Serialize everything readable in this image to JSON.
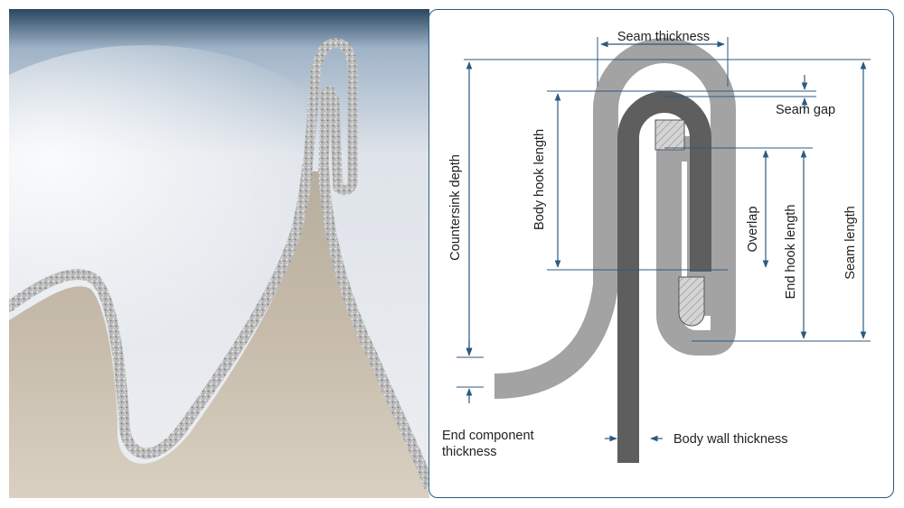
{
  "labels": {
    "seam_thickness": "Seam thickness",
    "seam_gap": "Seam gap",
    "countersink_depth": "Countersink depth",
    "body_hook_length": "Body hook length",
    "overlap": "Overlap",
    "end_hook_length": "End hook length",
    "seam_length": "Seam length",
    "end_component_thickness_line1": "End component",
    "end_component_thickness_line2": "thickness",
    "body_wall_thickness": "Body wall thickness"
  },
  "colors": {
    "frame": "#2c5a80",
    "dimension_line": "#2c5a80",
    "end_component": "#a3a3a3",
    "body_wall": "#5e5e5e",
    "photo_background_top": "#2a4660",
    "photo_background_bottom": "#e9ebee"
  }
}
